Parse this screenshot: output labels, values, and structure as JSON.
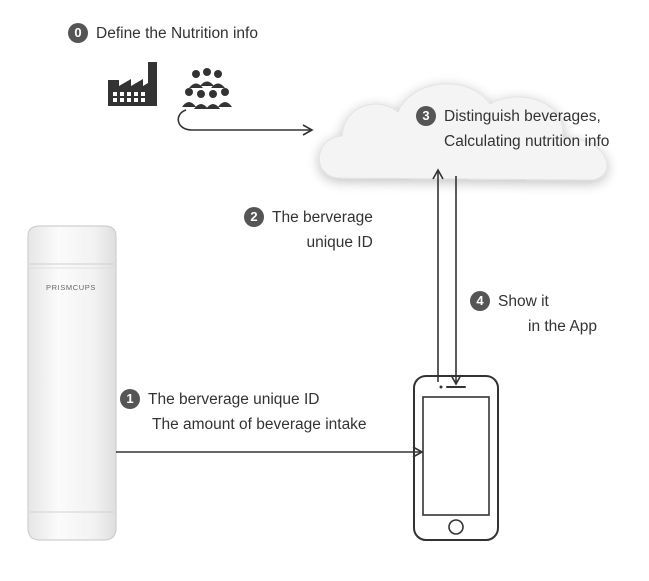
{
  "steps": [
    {
      "number": "0",
      "lines": [
        "Define the Nutrition info"
      ]
    },
    {
      "number": "1",
      "lines": [
        "The berverage unique ID",
        "The amount of beverage intake"
      ]
    },
    {
      "number": "2",
      "lines": [
        "The berverage",
        "unique ID"
      ]
    },
    {
      "number": "3",
      "lines": [
        "Distinguish beverages,",
        "Calculating nutrition info"
      ]
    },
    {
      "number": "4",
      "lines": [
        "Show it",
        "in the App"
      ]
    }
  ],
  "bottle": {
    "brand": "PRISMCUPS"
  },
  "icons": {
    "factory": "factory-icon",
    "people": "people-group-icon",
    "cloud": "cloud-icon",
    "bottle": "smart-bottle-icon",
    "phone": "smartphone-icon"
  },
  "colors": {
    "ink": "#333333",
    "badge": "#555555",
    "cloud": "#f4f4f4",
    "bottle": "#f5f5f5"
  }
}
